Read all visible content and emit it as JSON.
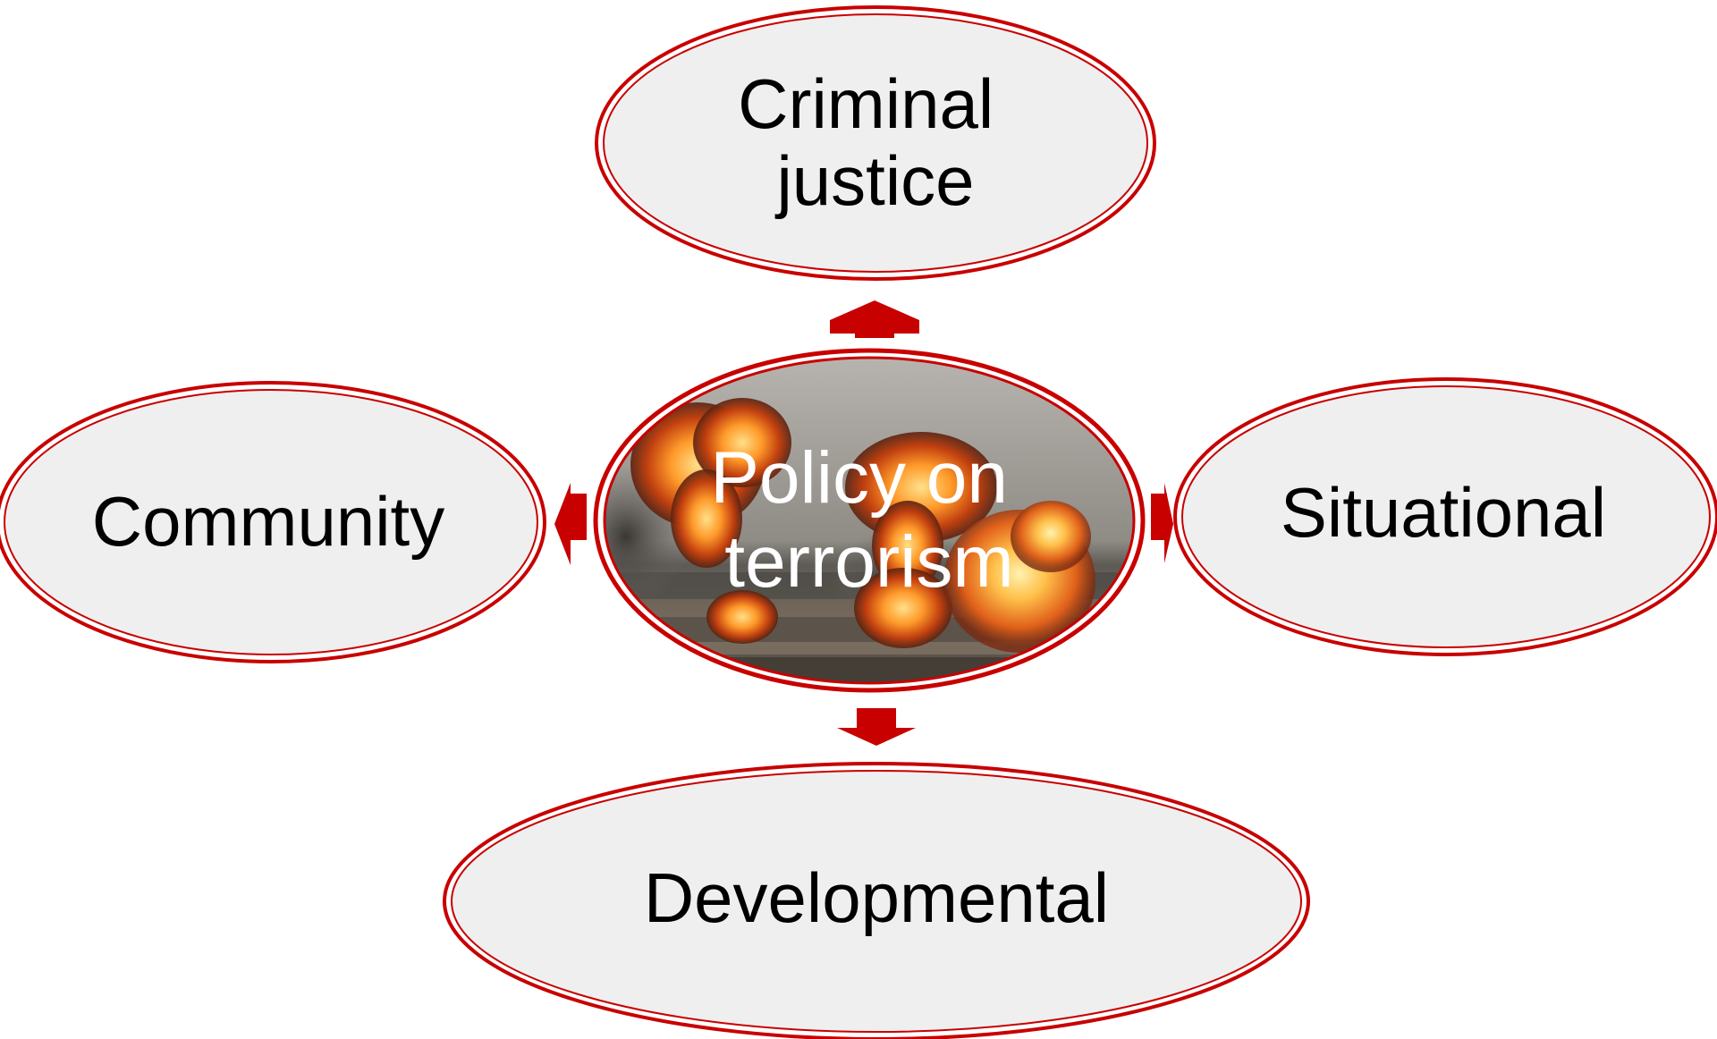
{
  "diagram": {
    "center": {
      "lines": [
        "Policy on",
        "terrorism"
      ]
    },
    "nodes": {
      "top": {
        "lines": [
          "Criminal",
          "justice"
        ]
      },
      "left": {
        "lines": [
          "Community"
        ]
      },
      "right": {
        "lines": [
          "Situational"
        ]
      },
      "bottom": {
        "lines": [
          "Developmental"
        ]
      }
    },
    "colors": {
      "accent": "#cc0000",
      "node_fill": "#efefef",
      "center_text": "#ffffff",
      "node_text": "#000000"
    },
    "image": {
      "description_icon": "explosion-photo-icon"
    }
  }
}
